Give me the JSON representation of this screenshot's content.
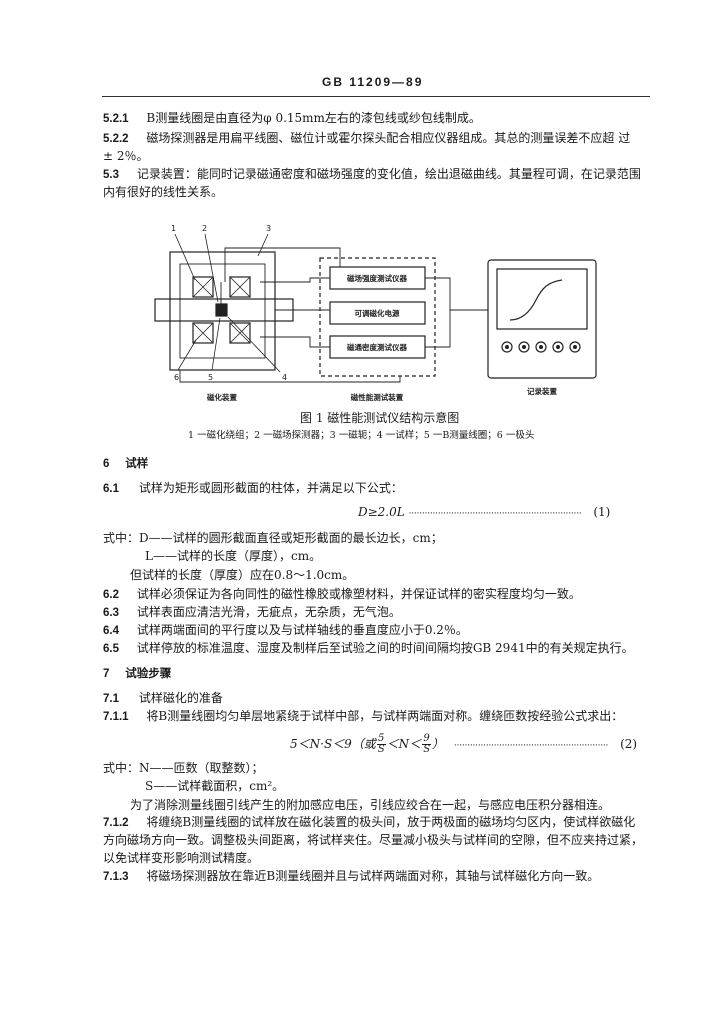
{
  "header": {
    "code": "GB 11209—89"
  },
  "sections": {
    "s521": {
      "num": "5.2.1",
      "text": "B测量线圈是由直径为φ 0.15mm左右的漆包线或纱包线制成。"
    },
    "s522": {
      "num": "5.2.2",
      "text": "磁场探测器是用扁平线圈、磁位计或霍尔探头配合相应仪器组成。其总的测量误差不应超 过",
      "cont": "± 2％。"
    },
    "s53": {
      "num": "5.3",
      "text": "记录装置：能同时记录磁通密度和磁场强度的变化值，绘出退磁曲线。其量程可调，在记录范围",
      "cont": "内有很好的线性关系。"
    }
  },
  "figure": {
    "caption": "图 1  磁性能测试仪结构示意图",
    "legend": "1 一磁化绕组；2 一磁场探测器；3 一磁轭；4 一试样；5 一B测量线圈；6 一极头",
    "labels": {
      "n1": "1",
      "n2": "2",
      "n3": "3",
      "n4": "4",
      "n5": "5",
      "n6": "6",
      "box1": "磁场强度测试仪器",
      "box2": "可调磁化电源",
      "box3": "磁通密度测试仪器",
      "left": "磁化装置",
      "middle": "磁性能测试装置",
      "right": "记录装置"
    }
  },
  "section6": {
    "title_num": "6",
    "title": "试样",
    "s61": {
      "num": "6.1",
      "text": "试样为矩形或圆形截面的柱体，并满足以下公式："
    },
    "eq1": {
      "lhs": "D≥2.0L",
      "dots": "·································································",
      "tag": "(1)"
    },
    "where1": "式中：D——试样的圆形截面直径或矩形截面的最长边长，cm；",
    "where2": "L——试样的长度（厚度），cm。",
    "note": "但试样的长度（厚度）应在0.8～1.0cm。",
    "s62": {
      "num": "6.2",
      "text": "试样必须保证为各向同性的磁性橡胶或橡塑材料，并保证试样的密实程度均匀一致。"
    },
    "s63": {
      "num": "6.3",
      "text": "试样表面应清洁光滑，无疵点，无杂质，无气泡。"
    },
    "s64": {
      "num": "6.4",
      "text": "试样两端面间的平行度以及与试样轴线的垂直度应小于0.2％。"
    },
    "s65": {
      "num": "6.5",
      "text": "试样停放的标准温度、湿度及制样后至试验之间的时间间隔均按GB 2941中的有关规定执行。"
    }
  },
  "section7": {
    "title_num": "7",
    "title": "试验步骤",
    "s71": {
      "num": "7.1",
      "text": "试样磁化的准备"
    },
    "s711": {
      "num": "7.1.1",
      "text": "将B测量线圈均匀单层地紧绕于试样中部，与试样两端面对称。缠绕匝数按经验公式求出："
    },
    "eq2": {
      "a": "5＜N·S＜9（或",
      "n1": "5",
      "d1": "S",
      "mid": "＜N＜",
      "n2": "9",
      "d2": "S",
      "b": "）",
      "dots": "··························································",
      "tag": "(2)"
    },
    "where3": "式中：N——匝数（取整数）；",
    "where4": "S——试样截面积，cm²。",
    "para": "为了消除测量线圈引线产生的附加感应电压，引线应绞合在一起，与感应电压积分器相连。",
    "s712": {
      "num": "7.1.2",
      "text": "将缠绕B测量线圈的试样放在磁化装置的极头间，放于两极面的磁场均匀区内，使试样欲磁化",
      "cont1": "方向磁场方向一致。调整极头间距离，将试样夹住。尽量减小极头与试样间的空隙，但不应夹持过紧，",
      "cont2": "以免试样变形影响测试精度。"
    },
    "s713": {
      "num": "7.1.3",
      "text": "将磁场探测器放在靠近B测量线圈并且与试样两端面对称，其轴与试样磁化方向一致。"
    }
  }
}
